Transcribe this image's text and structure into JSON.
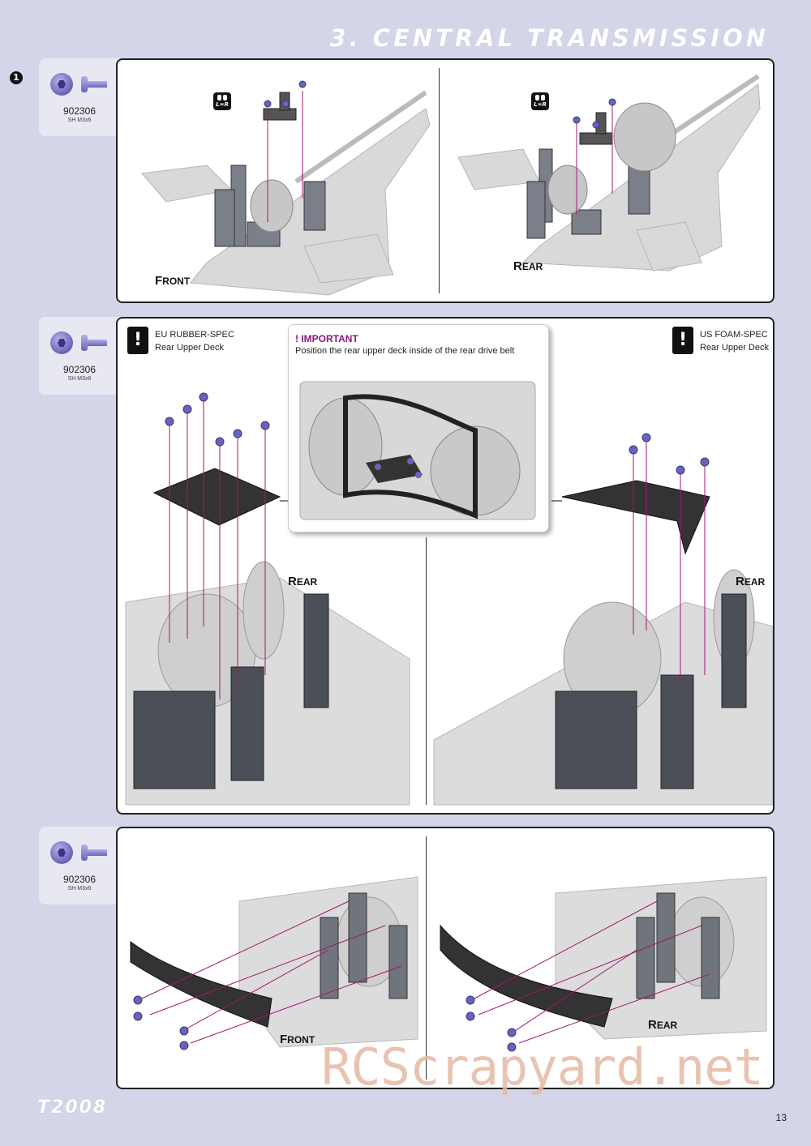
{
  "header": {
    "title": "3. CENTRAL TRANSMISSION"
  },
  "step": {
    "number": "1"
  },
  "parts": [
    {
      "code": "902306",
      "size": "SH M3x6"
    },
    {
      "code": "902306",
      "size": "SH M3x6"
    },
    {
      "code": "902306",
      "size": "SH M3x6"
    }
  ],
  "panel1": {
    "left": {
      "orientation_first": "F",
      "orientation_rest": "RONT",
      "icon_text": "L=R"
    },
    "right": {
      "orientation_first": "R",
      "orientation_rest": "EAR",
      "icon_text": "L=R"
    }
  },
  "panel2": {
    "eu": {
      "line1": "EU RUBBER-SPEC",
      "line2": "Rear Upper Deck"
    },
    "us": {
      "line1": "US FOAM-SPEC",
      "line2": "Rear Upper Deck"
    },
    "important": {
      "title": "! IMPORTANT",
      "text": "Position the rear upper deck inside of the rear drive belt"
    },
    "left_orientation_first": "R",
    "left_orientation_rest": "EAR",
    "right_orientation_first": "R",
    "right_orientation_rest": "EAR"
  },
  "panel3": {
    "left_orientation_first": "F",
    "left_orientation_rest": "RONT",
    "right_orientation_first": "R",
    "right_orientation_rest": "EAR"
  },
  "footer": {
    "logo": "T2008",
    "page_number": "13",
    "watermark": "RCScrapyard.net"
  },
  "colors": {
    "background": "#d4d5e9",
    "screw": "#6a63b8",
    "arrow": "#a0186e"
  },
  "icons": [
    "hex-screw-head-icon",
    "screw-side-icon",
    "left-equals-right-icon",
    "warning-icon"
  ]
}
